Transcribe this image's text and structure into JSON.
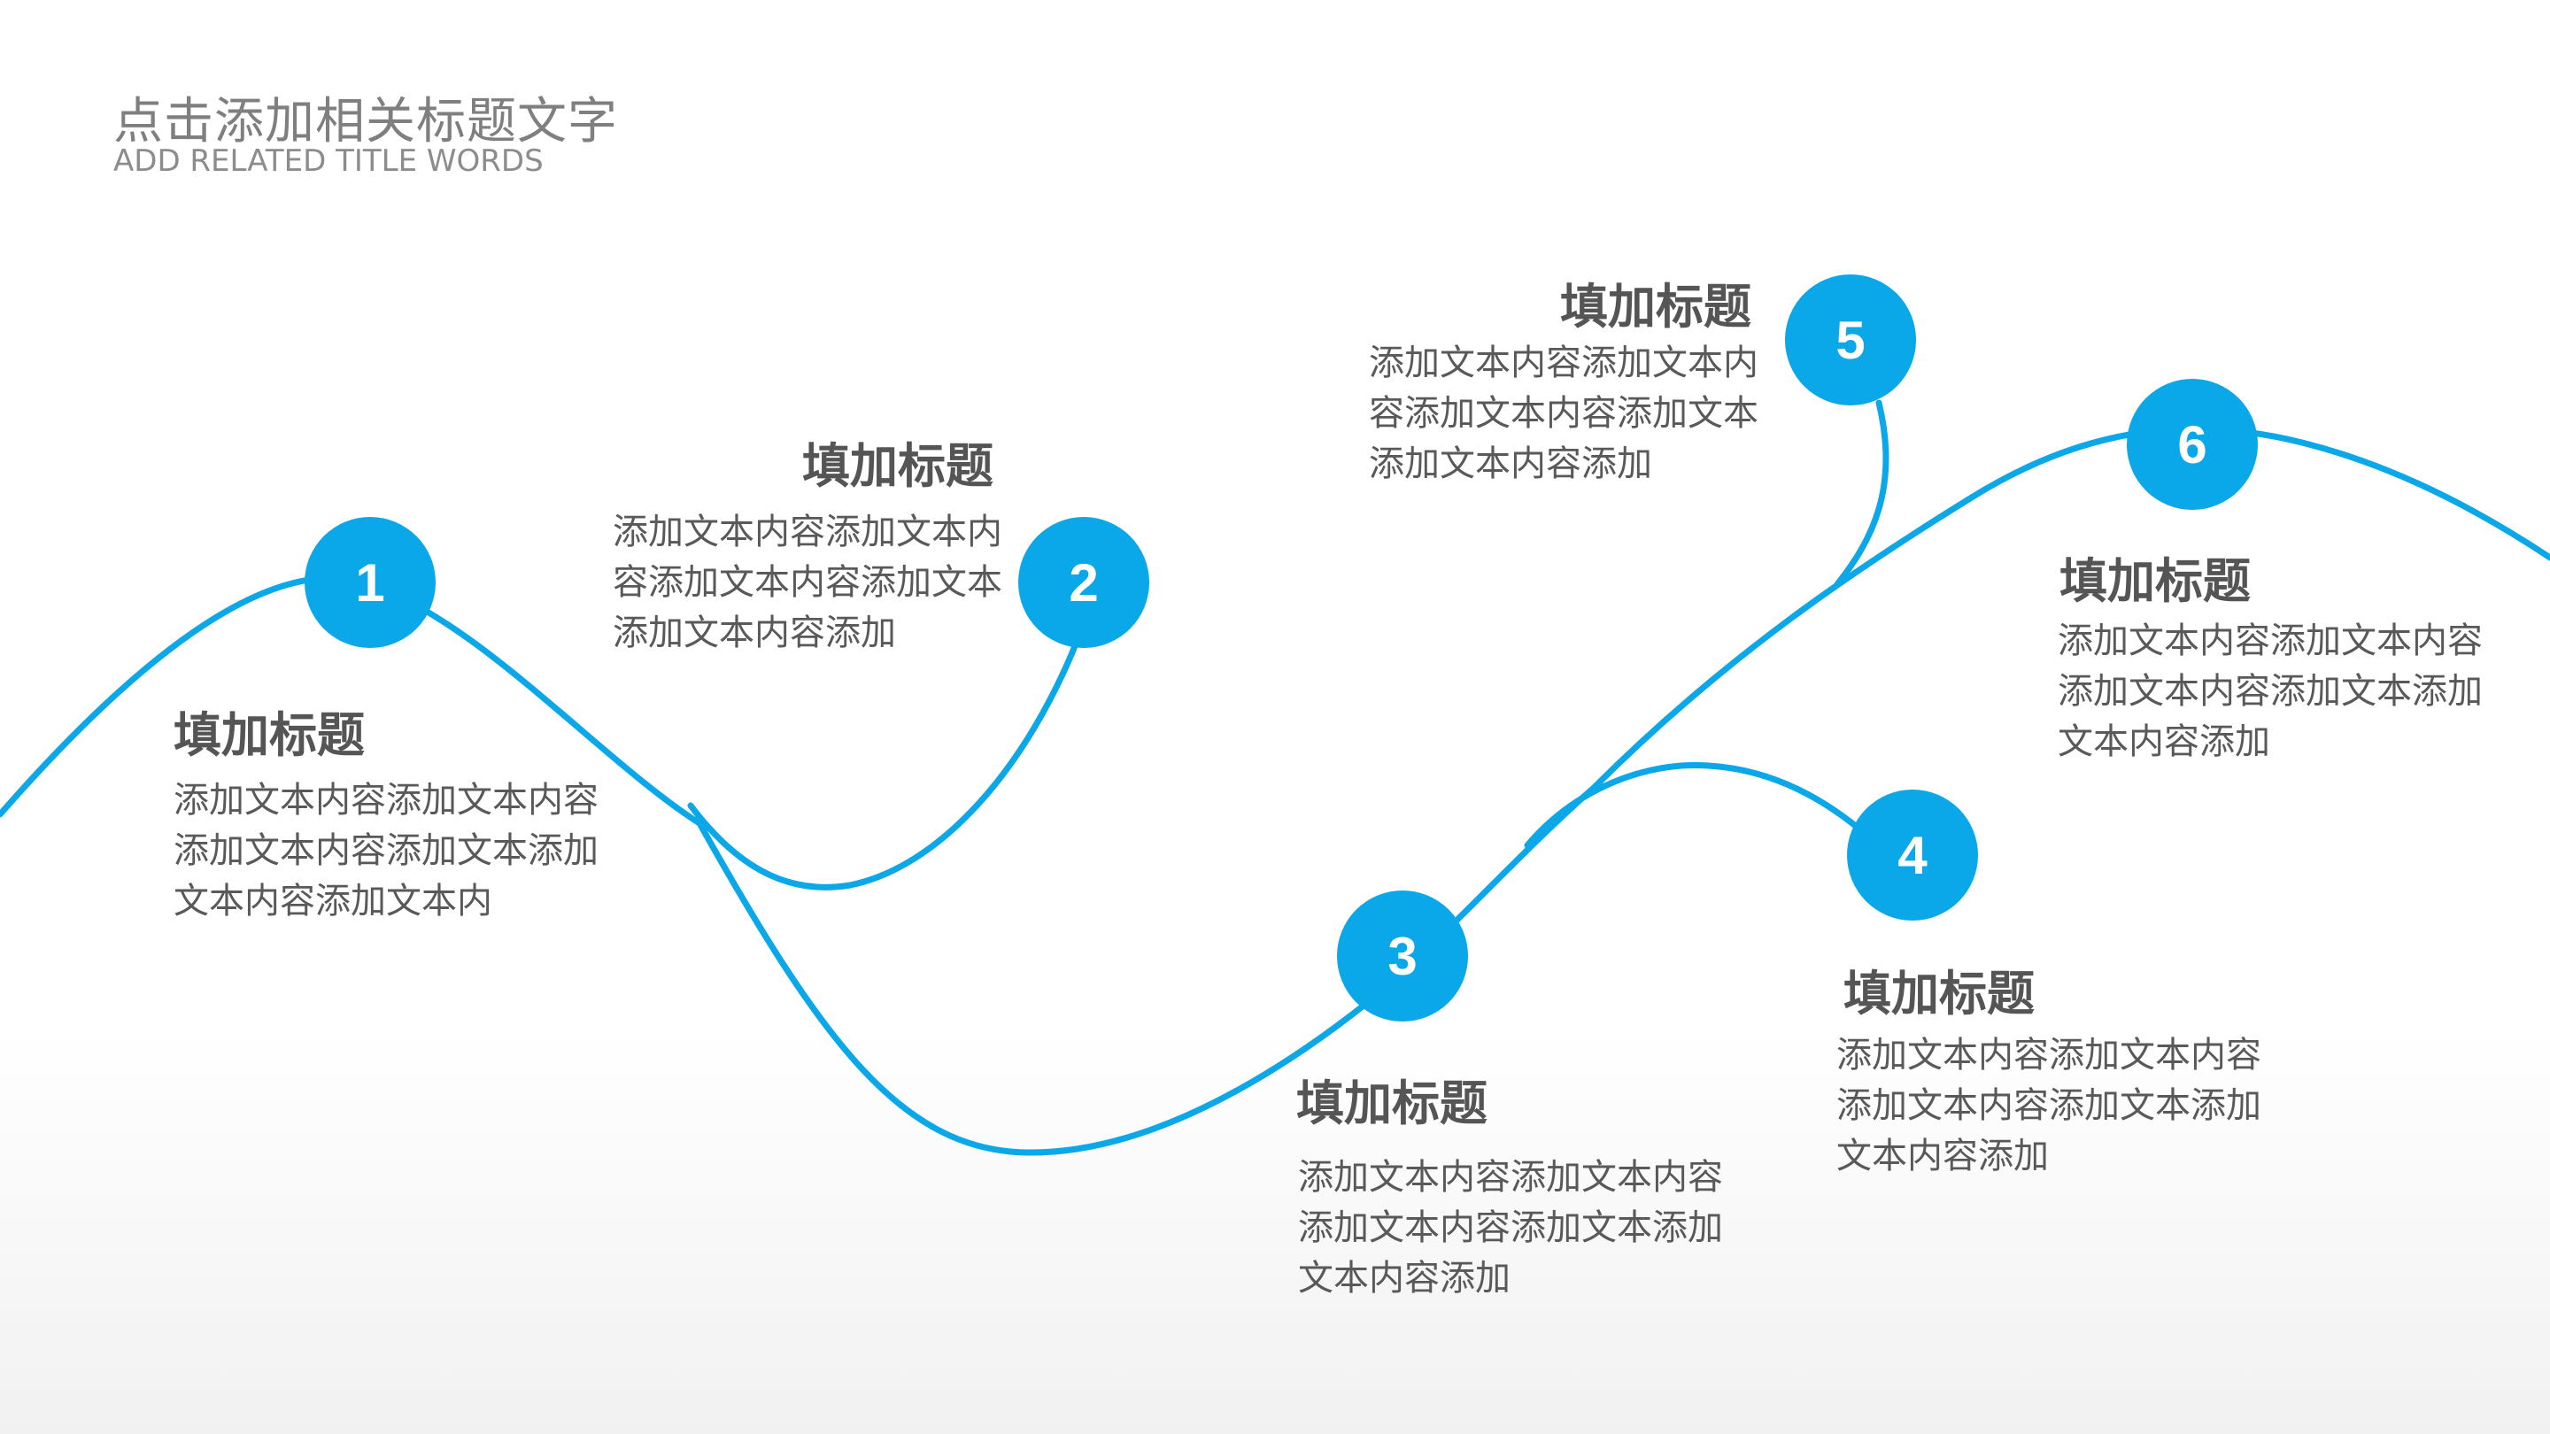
{
  "header": {
    "title": "点击添加相关标题文字",
    "subtitle": "ADD RELATED TITLE WORDS"
  },
  "colors": {
    "accent": "#0aa8e8",
    "text": "#595959",
    "title": "#555555"
  },
  "items": [
    {
      "number": "1",
      "title": "填加标题",
      "body": "添加文本内容添加文本内容添加文本内容添加文本添加文本内容添加文本内"
    },
    {
      "number": "2",
      "title": "填加标题",
      "body": "添加文本内容添加文本内容添加文本内容添加文本添加文本内容添加"
    },
    {
      "number": "3",
      "title": "填加标题",
      "body": "添加文本内容添加文本内容添加文本内容添加文本添加文本内容添加"
    },
    {
      "number": "4",
      "title": "填加标题",
      "body": "添加文本内容添加文本内容添加文本内容添加文本添加文本内容添加"
    },
    {
      "number": "5",
      "title": "填加标题",
      "body": "添加文本内容添加文本内容添加文本内容添加文本添加文本内容添加"
    },
    {
      "number": "6",
      "title": "填加标题",
      "body": "添加文本内容添加文本内容添加文本内容添加文本添加文本内容添加"
    }
  ]
}
